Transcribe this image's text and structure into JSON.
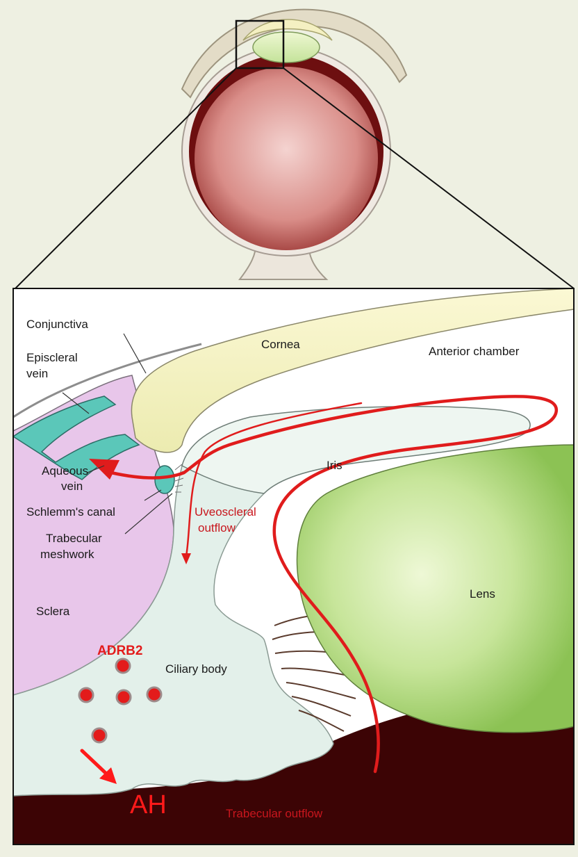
{
  "labels": {
    "conjunctiva": "Conjunctiva",
    "episcleral_vein_1": "Episcleral",
    "episcleral_vein_2": "vein",
    "cornea": "Cornea",
    "anterior_chamber": "Anterior chamber",
    "aqueous_vein_1": "Aqueous",
    "aqueous_vein_2": "vein",
    "schlemms_canal": "Schlemm's canal",
    "trabecular_meshwork_1": "Trabecular",
    "trabecular_meshwork_2": "meshwork",
    "iris": "Iris",
    "uveoscleral_outflow_1": "Uveoscleral",
    "uveoscleral_outflow_2": "outflow",
    "lens": "Lens",
    "sclera": "Sclera",
    "adrb2": "ADRB2",
    "ciliary_body": "Ciliary body",
    "ah": "AH",
    "trabecular_outflow": "Trabecular outflow"
  },
  "colors": {
    "background": "#eef0e2",
    "outflow_path": "#e01c1c",
    "adrb2_dot": "#e31b1b",
    "ciliary_body": "#e3f0ea",
    "sclera": "#e8c6ea",
    "cornea": "#f4f1c0",
    "lens": "#b8dc8a",
    "vein": "#5bc7b9",
    "choroid": "#3c0405"
  }
}
